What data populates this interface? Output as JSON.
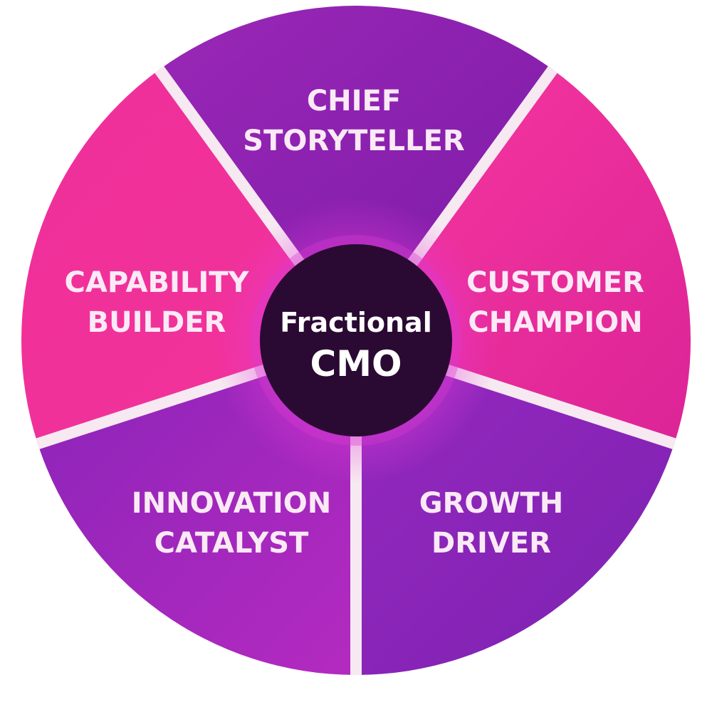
{
  "center": {
    "line1": "Fractional",
    "line2": "CMO"
  },
  "segments": [
    {
      "id": "chief-storyteller",
      "lines": [
        "CHIEF",
        "STORYTELLER"
      ],
      "color": "#8e1fb0"
    },
    {
      "id": "customer-champion",
      "lines": [
        "CUSTOMER",
        "CHAMPION"
      ],
      "color": "#ec2d9c"
    },
    {
      "id": "growth-driver",
      "lines": [
        "GROWTH",
        "DRIVER"
      ],
      "color": "#8a25b8"
    },
    {
      "id": "innovation-catalyst",
      "lines": [
        "INNOVATION",
        "CATALYST"
      ],
      "color": "#a526bd"
    },
    {
      "id": "capability-builder",
      "lines": [
        "CAPABILITY",
        "BUILDER"
      ],
      "color": "#f02d98"
    }
  ],
  "colors": {
    "divider": "#f6e9f1",
    "center_fill": "#2a0a33",
    "halo": "#e03ad0"
  }
}
